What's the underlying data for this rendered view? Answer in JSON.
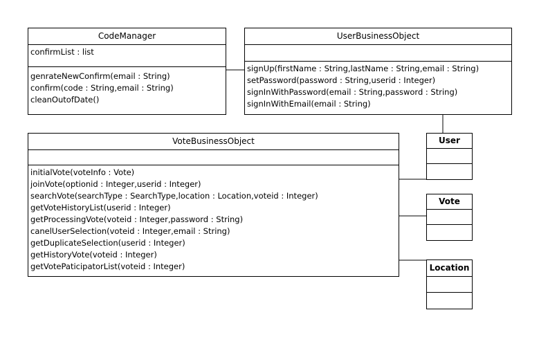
{
  "classes": {
    "code_manager": {
      "name": "CodeManager",
      "attributes": [
        "confirmList : list"
      ],
      "operations": [
        "genrateNewConfirm(email : String)",
        "confirm(code : String,email : String)",
        "cleanOutofDate()"
      ]
    },
    "user_business_object": {
      "name": "UserBusinessObject",
      "attributes": [],
      "operations": [
        "signUp(firstName : String,lastName : String,email : String)",
        "setPassword(password : String,userid : Integer)",
        "signInWithPassword(email : String,password : String)",
        "signInWithEmail(email : String)"
      ]
    },
    "vote_business_object": {
      "name": "VoteBusinessObject",
      "attributes": [],
      "operations": [
        "initialVote(voteInfo : Vote)",
        "joinVote(optionid : Integer,userid : Integer)",
        "searchVote(searchType : SearchType,location : Location,voteid : Integer)",
        "getVoteHistoryList(userid : Integer)",
        "getProcessingVote(voteid : Integer,password : String)",
        "canelUserSelection(voteid : Integer,email : String)",
        "getDuplicateSelection(userid : Integer)",
        "getHistoryVote(voteid : Integer)",
        "getVotePaticipatorList(voteid : Integer)"
      ]
    },
    "user": {
      "name": "User"
    },
    "vote": {
      "name": "Vote"
    },
    "location": {
      "name": "Location"
    }
  }
}
